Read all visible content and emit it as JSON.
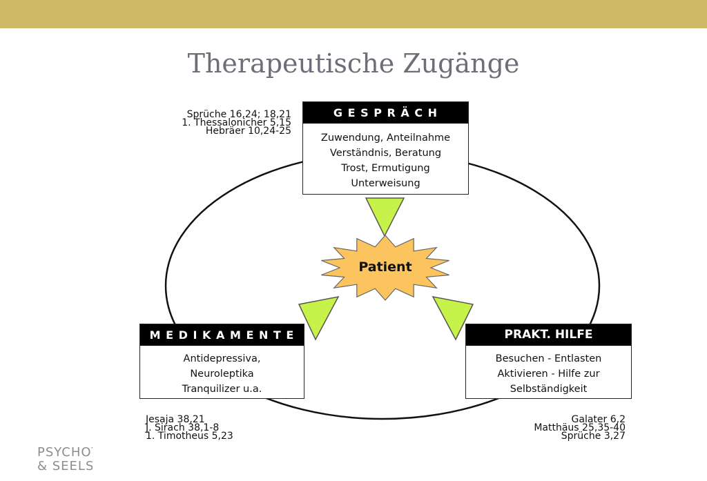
{
  "title": "Therapeutische Zugänge",
  "boxes": {
    "gespraech": {
      "header": "G E S P R Ä C H",
      "lines": [
        "Zuwendung, Anteilnahme",
        "Verständnis, Beratung",
        "Trost, Ermutigung",
        "Unterweisung"
      ]
    },
    "medikamente": {
      "header": "M E D I K A M E N T E",
      "lines": [
        "Antidepressiva,",
        "Neuroleptika",
        "Tranquilizer u.a."
      ]
    },
    "praktisch": {
      "header": "PRAKT. HILFE",
      "lines": [
        "Besuchen - Entlasten",
        "Aktivieren - Hilfe zur",
        "Selbständigkeit"
      ]
    }
  },
  "center": {
    "label": "Patient"
  },
  "references": {
    "top": [
      "Sprüche 16,24; 18,21",
      "1. Thessalonicher 5,15",
      "Hebräer 10,24-25"
    ],
    "bottom_left": [
      "Jesaja 38,21",
      "J. Sirach 38,1-8",
      "1. Timotheus 5,23"
    ],
    "bottom_right": [
      "Galater 6,2",
      "Matthäus 25,35-40",
      "Sprüche 3,27"
    ]
  },
  "logo": {
    "line1": "PSYCHOTHERAPIE",
    "line2": "& SEELSORGE"
  },
  "colors": {
    "topbar": "#cfb866",
    "burst": "#fcc45e",
    "triangle": "#c6f24a",
    "header_bg": "#000000"
  }
}
